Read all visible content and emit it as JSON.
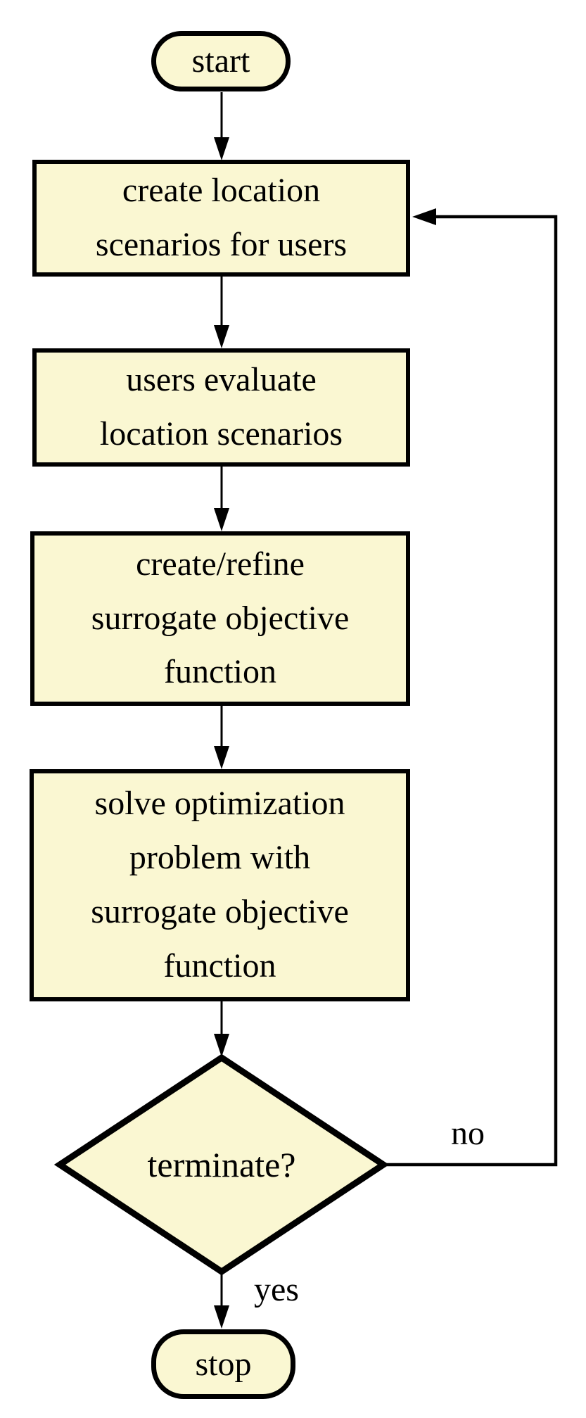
{
  "theme": {
    "bg": "#ffffff",
    "node_fill": "#FAF7D2",
    "node_border": "#000000",
    "arrow_color": "#000000",
    "text_color": "#000000"
  },
  "diagram": {
    "type": "flowchart",
    "nodes": {
      "start": {
        "label": "start",
        "shape": "terminal"
      },
      "create": {
        "label": "create location\nscenarios for users",
        "shape": "process"
      },
      "evaluate": {
        "label": "users evaluate\nlocation scenarios",
        "shape": "process"
      },
      "refine": {
        "label": "create/refine\nsurrogate objective\nfunction",
        "shape": "process"
      },
      "solve": {
        "label": "solve optimization\nproblem with\nsurrogate objective\nfunction",
        "shape": "process"
      },
      "terminate": {
        "label": "terminate?",
        "shape": "decision"
      },
      "stop": {
        "label": "stop",
        "shape": "terminal"
      }
    },
    "edges": [
      {
        "from": "start",
        "to": "create",
        "label": ""
      },
      {
        "from": "create",
        "to": "evaluate",
        "label": ""
      },
      {
        "from": "evaluate",
        "to": "refine",
        "label": ""
      },
      {
        "from": "refine",
        "to": "solve",
        "label": ""
      },
      {
        "from": "solve",
        "to": "terminate",
        "label": ""
      },
      {
        "from": "terminate",
        "to": "create",
        "label": "no"
      },
      {
        "from": "terminate",
        "to": "stop",
        "label": "yes"
      }
    ]
  }
}
